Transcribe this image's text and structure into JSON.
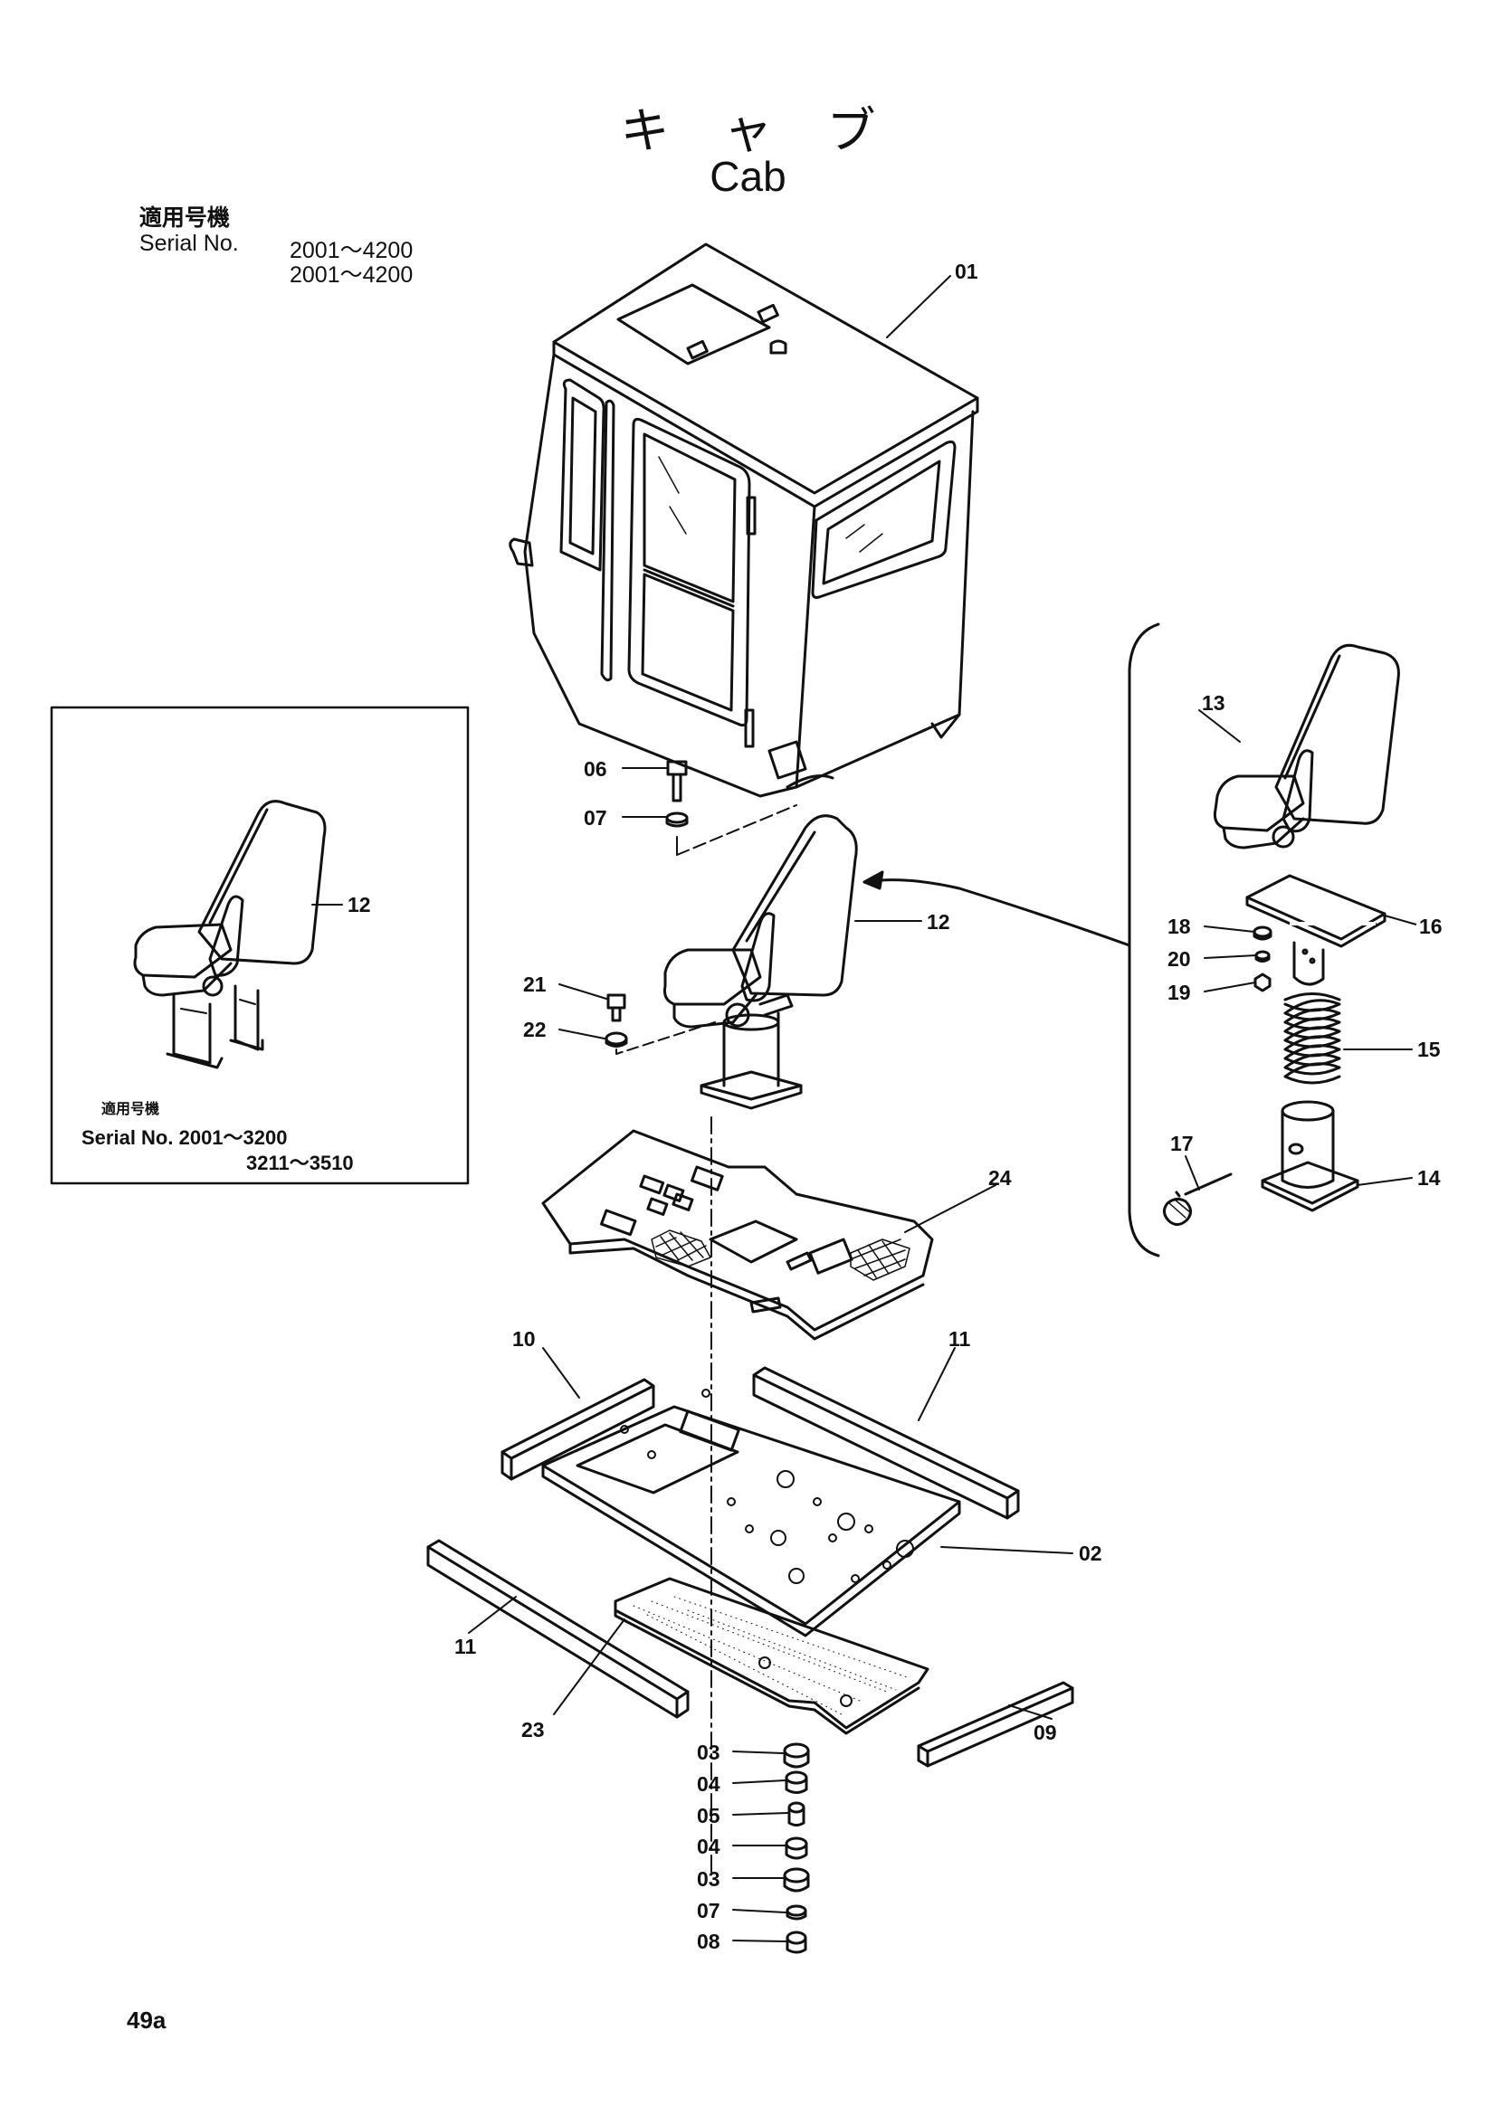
{
  "header": {
    "title_jp": "キャブ",
    "title_en": "Cab",
    "serial_row1_label": "適用号機",
    "serial_row1_range": "2001～4200",
    "serial_row2_label": "Serial No.",
    "serial_row2_range": "2001～4200"
  },
  "inset": {
    "part_label": "12",
    "note_jp": "適用号機",
    "serial_line1": "Serial No. 2001～3200",
    "serial_line2": "3211～3510"
  },
  "callouts": {
    "p01": "01",
    "p02": "02",
    "p03a": "03",
    "p03b": "03",
    "p04a": "04",
    "p04b": "04",
    "p05": "05",
    "p06": "06",
    "p07a": "07",
    "p07b": "07",
    "p08": "08",
    "p09": "09",
    "p10": "10",
    "p11a": "11",
    "p11b": "11",
    "p12": "12",
    "p13": "13",
    "p14": "14",
    "p15": "15",
    "p16": "16",
    "p17": "17",
    "p18": "18",
    "p19": "19",
    "p20": "20",
    "p21": "21",
    "p22": "22",
    "p23": "23",
    "p24": "24"
  },
  "footer": {
    "page_number": "49a"
  }
}
